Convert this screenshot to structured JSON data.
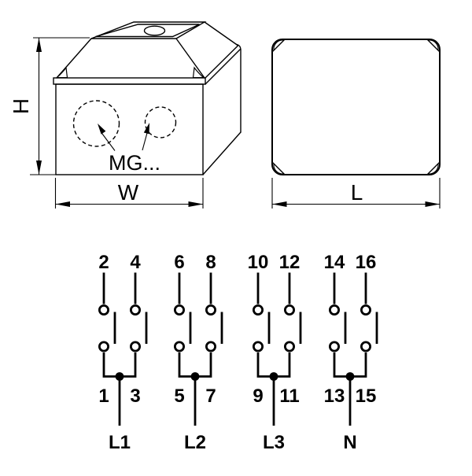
{
  "front_view": {
    "height_label": "H",
    "width_label": "W",
    "gland_label": "MG..."
  },
  "top_view": {
    "length_label": "L"
  },
  "schematic": {
    "groups": [
      {
        "top_terminals": [
          "2",
          "4"
        ],
        "bottom_terminals": [
          "1",
          "3"
        ],
        "phase": "L1"
      },
      {
        "top_terminals": [
          "6",
          "8"
        ],
        "bottom_terminals": [
          "5",
          "7"
        ],
        "phase": "L2"
      },
      {
        "top_terminals": [
          "10",
          "12"
        ],
        "bottom_terminals": [
          "9",
          "11"
        ],
        "phase": "L3"
      },
      {
        "top_terminals": [
          "14",
          "16"
        ],
        "bottom_terminals": [
          "13",
          "15"
        ],
        "phase": "N"
      }
    ]
  },
  "colors": {
    "line": "#000000",
    "background": "#ffffff"
  }
}
